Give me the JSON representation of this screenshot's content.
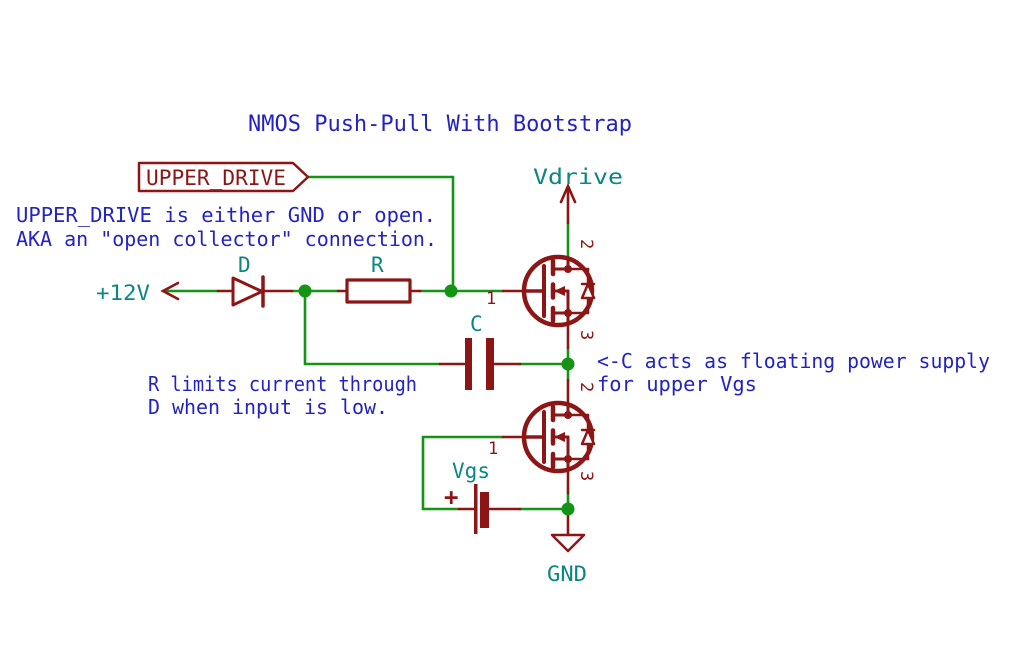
{
  "title": "NMOS Push-Pull With Bootstrap",
  "colors": {
    "wire_green": "#149414",
    "symbol_red": "#8C1616",
    "label_teal": "#0B8686",
    "note_blue": "#2323C1",
    "background": "#FFFFFF"
  },
  "labels": {
    "net_global": "UPPER_DRIVE",
    "power_12v": "+12V",
    "power_vdrive": "Vdrive",
    "power_gnd": "GND",
    "diode_ref": "D",
    "resistor_ref": "R",
    "capacitor_ref": "C",
    "battery_ref": "Vgs",
    "battery_plus": "+"
  },
  "pins": {
    "gate": "1",
    "drain": "2",
    "source": "3"
  },
  "notes": {
    "upper_drive": {
      "line1": "UPPER_DRIVE is either GND or open.",
      "line2": "AKA an \"open collector\" connection."
    },
    "resistor": {
      "line1": "R limits current through",
      "line2": "D when input is low."
    },
    "capacitor": {
      "line1": "<-C acts as floating power supply",
      "line2": "for upper Vgs"
    }
  }
}
